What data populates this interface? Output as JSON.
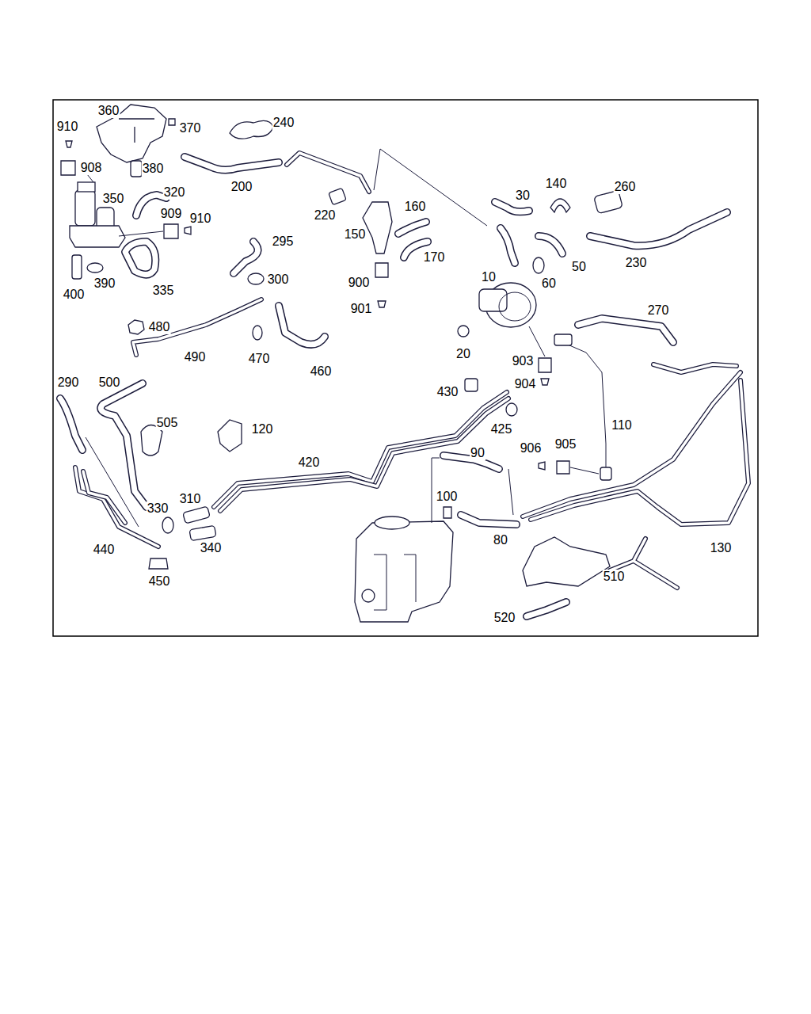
{
  "diagram": {
    "labels": [
      "910",
      "360",
      "370",
      "240",
      "908",
      "380",
      "200",
      "350",
      "320",
      "909",
      "910",
      "220",
      "160",
      "150",
      "30",
      "140",
      "260",
      "170",
      "295",
      "300",
      "390",
      "400",
      "335",
      "50",
      "230",
      "60",
      "10",
      "900",
      "901",
      "480",
      "270",
      "20",
      "470",
      "490",
      "460",
      "903",
      "904",
      "430",
      "290",
      "500",
      "505",
      "120",
      "425",
      "110",
      "906",
      "905",
      "90",
      "420",
      "100",
      "310",
      "330",
      "80",
      "340",
      "130",
      "440",
      "450",
      "510",
      "520"
    ]
  }
}
